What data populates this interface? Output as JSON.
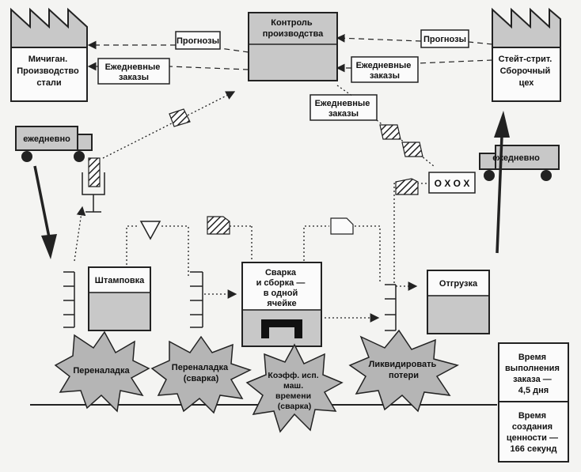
{
  "diagram": {
    "supplier": {
      "label_lines": [
        "Мичиган.",
        "Производство",
        "стали"
      ]
    },
    "customer": {
      "label_lines": [
        "Стейт-стрит.",
        "Сборочный",
        "цех"
      ]
    },
    "control": {
      "label_lines": [
        "Контроль",
        "производства"
      ]
    },
    "forecasts_left": "Прогнозы",
    "forecasts_right": "Прогнозы",
    "daily_orders_left": [
      "Ежедневные",
      "заказы"
    ],
    "daily_orders_right": [
      "Ежедневные",
      "заказы"
    ],
    "daily_orders_bottom": [
      "Ежедневные",
      "заказы"
    ],
    "truck_left": "ежедневно",
    "truck_right": "ежедневно",
    "load_leveling": "O X O X",
    "processes": {
      "stamping": "Штамповка",
      "welding": [
        "Сварка",
        "и сборка —",
        "в одной",
        "ячейке"
      ],
      "shipping": "Отгрузка"
    },
    "kaizen": [
      {
        "id": "changeover",
        "lines": [
          "Переналадка"
        ]
      },
      {
        "id": "changeover-welding",
        "lines": [
          "Переналадка",
          "(сварка)"
        ]
      },
      {
        "id": "oee-welding",
        "lines": [
          "Коэфф. исп.",
          "маш.",
          "времени",
          "(сварка)"
        ]
      },
      {
        "id": "eliminate-waste",
        "lines": [
          "Ликвидировать",
          "потери"
        ]
      }
    ],
    "lead_time": [
      "Время",
      "выполнения",
      "заказа —",
      "4,5 дня"
    ],
    "value_time": [
      "Время",
      "создания",
      "ценности —",
      "166 секунд"
    ]
  }
}
